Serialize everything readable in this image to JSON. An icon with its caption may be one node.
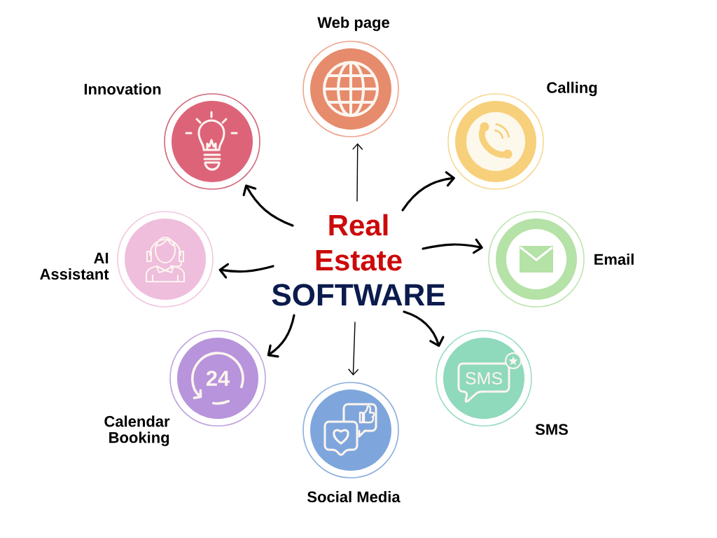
{
  "diagram": {
    "nodes": [
      {
        "text": [
          "Real Estate",
          "SOFTWARE"
        ]
      },
      {
        "text": [],
        "shape": "circle",
        "beside": [
          "Web page"
        ]
      },
      {
        "text": [],
        "shape": "circle",
        "beside": [
          "Calling"
        ]
      },
      {
        "text": [],
        "shape": "circle",
        "beside": [
          "Email"
        ]
      },
      {
        "text": [
          "SMS"
        ],
        "beside": [
          "SMS"
        ]
      },
      {
        "text": [],
        "shape": "circle",
        "beside": [
          "Social Media"
        ]
      },
      {
        "text": [
          "24"
        ],
        "beside": [
          "Calendar Booking"
        ]
      },
      {
        "text": [],
        "shape": "circle",
        "beside": [
          "AI Assistant"
        ]
      },
      {
        "text": [],
        "shape": "circle",
        "beside": [
          "Innovation"
        ]
      }
    ],
    "edges": [
      {
        "from": 0,
        "to": 1,
        "arrow": "to"
      },
      {
        "from": 0,
        "to": 2,
        "arrow": "to"
      },
      {
        "from": 0,
        "to": 3,
        "arrow": "to"
      },
      {
        "from": 0,
        "to": 4,
        "arrow": "to"
      },
      {
        "from": 0,
        "to": 5,
        "arrow": "to"
      },
      {
        "from": 0,
        "to": 6,
        "arrow": "to"
      },
      {
        "from": 0,
        "to": 7,
        "arrow": "to"
      },
      {
        "from": 0,
        "to": 8,
        "arrow": "to"
      }
    ]
  }
}
